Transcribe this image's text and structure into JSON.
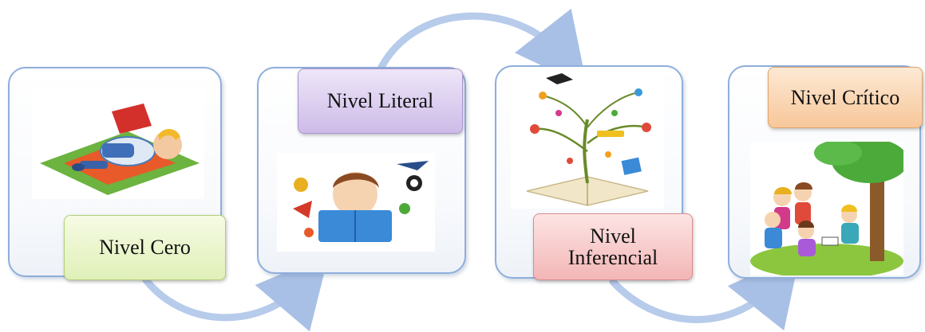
{
  "steps": [
    {
      "label": "Nivel Cero",
      "illustration": "child-reading-on-rug-icon"
    },
    {
      "label": "Nivel Literal",
      "illustration": "boy-reading-book-icon"
    },
    {
      "label": "Nivel\nInferencial",
      "label_line1": "Nivel",
      "label_line2": "Inferencial",
      "illustration": "knowledge-tree-book-icon"
    },
    {
      "label": "Nivel Crítico",
      "illustration": "children-reading-under-tree-icon"
    }
  ],
  "colors": {
    "card_border": "#8eaedc",
    "arrow": "#a9c0e6",
    "green": "#e0f0b8",
    "purple": "#cdbbe8",
    "red": "#f3b6b6",
    "orange": "#f7c79a"
  }
}
